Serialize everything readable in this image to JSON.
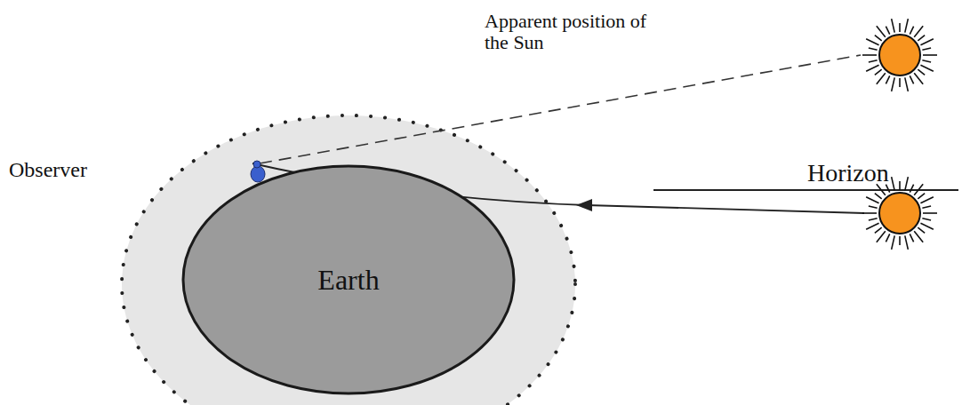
{
  "diagram": {
    "nodes": [
      {
        "text": [
          "Earth"
        ]
      }
    ],
    "labels": [
      "Apparent position of the Sun",
      "Observer",
      "Horizon"
    ]
  }
}
